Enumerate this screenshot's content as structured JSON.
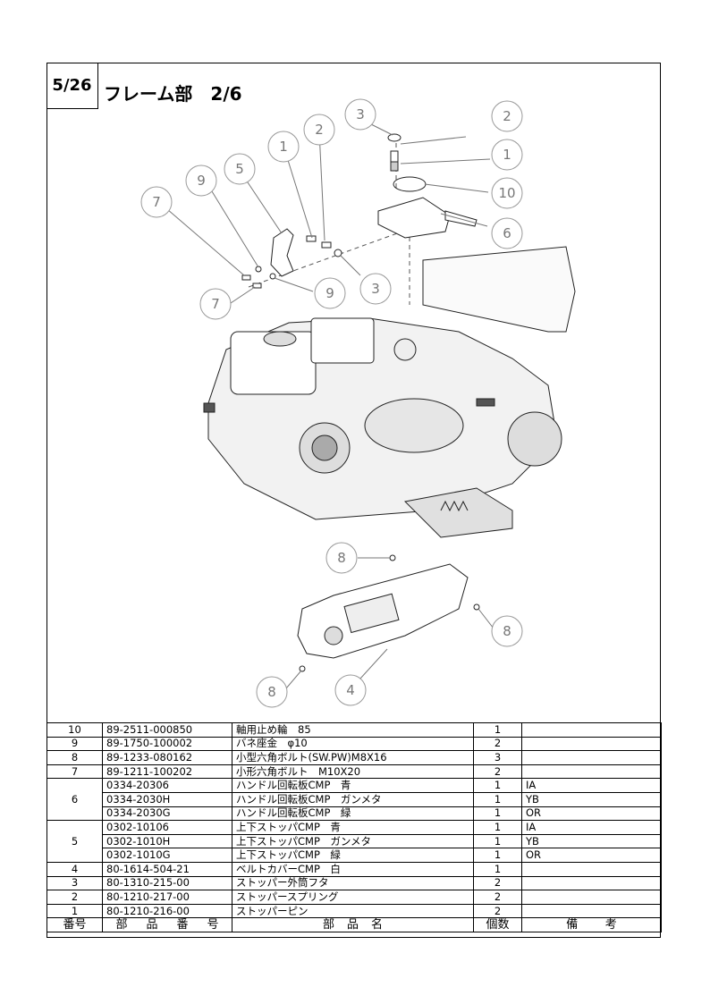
{
  "page_label": "5/26",
  "section_title": "フレーム部　2/6",
  "callouts": [
    "1",
    "2",
    "3",
    "4",
    "5",
    "6",
    "7",
    "8",
    "9",
    "10"
  ],
  "table": {
    "headers": {
      "no": [
        "番号"
      ],
      "part_number": [
        "部",
        "品",
        "番",
        "号"
      ],
      "part_name": [
        "部",
        "品",
        "名"
      ],
      "qty": [
        "個数"
      ],
      "remarks": [
        "備",
        "考"
      ]
    },
    "rows": [
      {
        "no": "10",
        "part_number": "89-2511-000850",
        "name": "軸用止め輪　85",
        "qty": "1",
        "remark": ""
      },
      {
        "no": "9",
        "part_number": "89-1750-100002",
        "name": "バネ座金　φ10",
        "qty": "2",
        "remark": ""
      },
      {
        "no": "8",
        "part_number": "89-1233-080162",
        "name": "小型六角ボルト(SW.PW)M8X16",
        "qty": "3",
        "remark": ""
      },
      {
        "no": "7",
        "part_number": "89-1211-100202",
        "name": "小形六角ボルト　M10X20",
        "qty": "2",
        "remark": ""
      },
      {
        "no": "6",
        "part_number": "0334-20306",
        "name": "ハンドル回転板CMP　青",
        "qty": "1",
        "remark": "IA"
      },
      {
        "no": "",
        "part_number": "0334-2030H",
        "name": "ハンドル回転板CMP　ガンメタ",
        "qty": "1",
        "remark": "YB"
      },
      {
        "no": "",
        "part_number": "0334-2030G",
        "name": "ハンドル回転板CMP　緑",
        "qty": "1",
        "remark": "OR"
      },
      {
        "no": "5",
        "part_number": "0302-10106",
        "name": "上下ストッパCMP　青",
        "qty": "1",
        "remark": "IA"
      },
      {
        "no": "",
        "part_number": "0302-1010H",
        "name": "上下ストッパCMP　ガンメタ",
        "qty": "1",
        "remark": "YB"
      },
      {
        "no": "",
        "part_number": "0302-1010G",
        "name": "上下ストッパCMP　緑",
        "qty": "1",
        "remark": "OR"
      },
      {
        "no": "4",
        "part_number": "80-1614-504-21",
        "name": "ベルトカバーCMP　白",
        "qty": "1",
        "remark": ""
      },
      {
        "no": "3",
        "part_number": "80-1310-215-00",
        "name": "ストッパー外筒フタ",
        "qty": "2",
        "remark": ""
      },
      {
        "no": "2",
        "part_number": "80-1210-217-00",
        "name": "ストッパースプリング",
        "qty": "2",
        "remark": ""
      },
      {
        "no": "1",
        "part_number": "80-1210-216-00",
        "name": "ストッパーピン",
        "qty": "2",
        "remark": ""
      }
    ]
  }
}
